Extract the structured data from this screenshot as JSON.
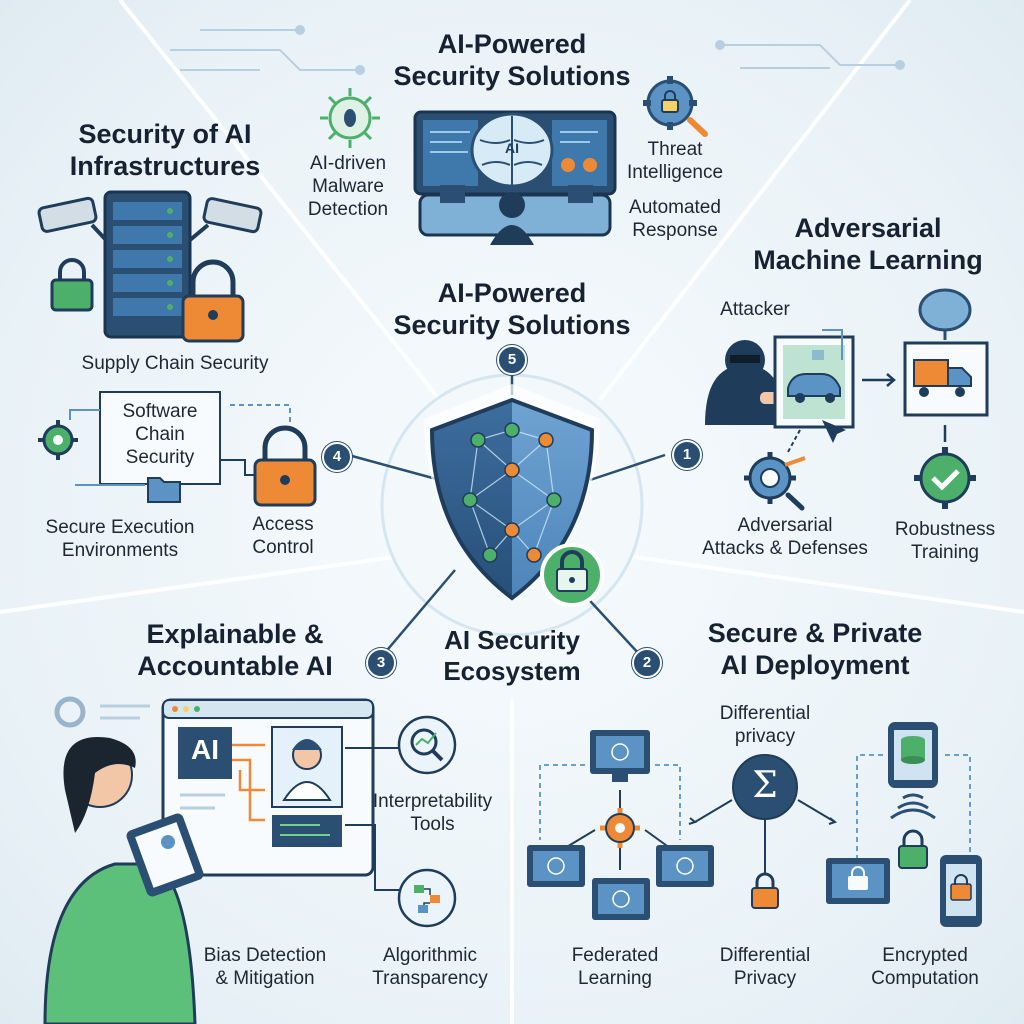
{
  "center": {
    "title": "AI Security\nEcosystem"
  },
  "markers": [
    "1",
    "2",
    "3",
    "4",
    "5"
  ],
  "sections": {
    "top": {
      "title": "AI-Powered\nSecurity Solutions",
      "labels": {
        "malware": "AI-driven\nMalware\nDetection",
        "ai_badge": "AI",
        "threat": "Threat\nIntelligence",
        "response": "Automated\nResponse"
      },
      "subtitle": "AI-Powered\nSecurity Solutions"
    },
    "infra": {
      "title": "Security of AI\nInfrastructures",
      "labels": {
        "supply": "Supply Chain Security",
        "software": "Software\nChain\nSecurity",
        "secure_exec": "Secure Execution\nEnvironments",
        "access": "Access\nControl"
      }
    },
    "adversarial": {
      "title": "Adversarial\nMachine Learning",
      "labels": {
        "attacker": "Attacker",
        "attacks": "Adversarial\nAttacks & Defenses",
        "robustness": "Robustness\nTraining"
      }
    },
    "explainable": {
      "title": "Explainable &\nAccountable AI",
      "labels": {
        "ai_box": "AI",
        "interp": "Interpretability\nTools",
        "bias": "Bias Detection\n& Mitigation",
        "algo": "Algorithmic\nTransparency"
      }
    },
    "deployment": {
      "title": "Secure & Private\nAI Deployment",
      "labels": {
        "dp_top": "Differential\nprivacy",
        "sigma": "Σ",
        "federated": "Federated\nLearning",
        "dp_bottom": "Differential\nPrivacy",
        "encrypted": "Encrypted\nComputation"
      }
    }
  },
  "colors": {
    "navy": "#2a4f72",
    "blue": "#5b93c4",
    "green": "#4caf6a",
    "orange": "#ee8a35",
    "light_blue": "#cfe3f1"
  }
}
